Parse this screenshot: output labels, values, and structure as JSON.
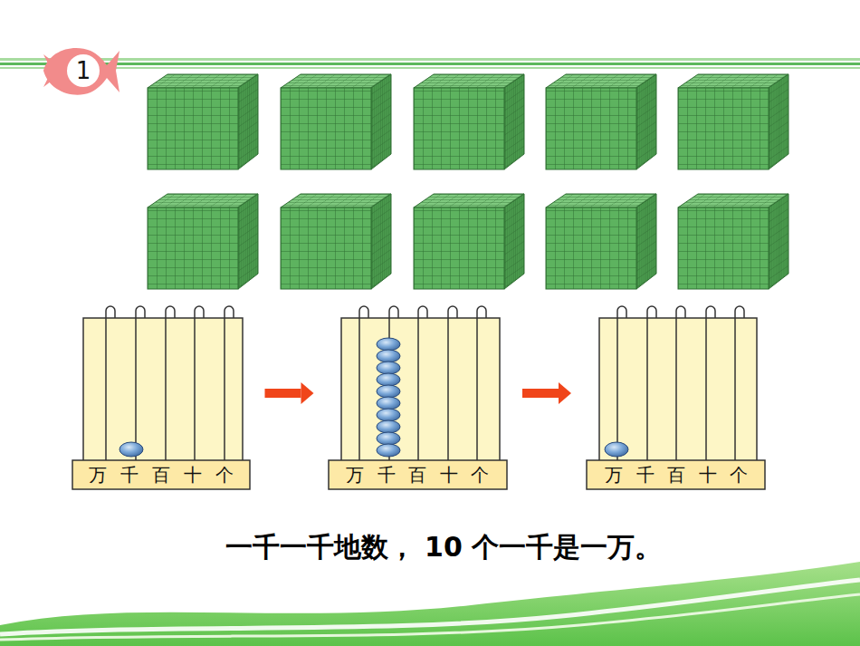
{
  "diagram": {
    "caption": "一千一千地数， 10 个一千是一万。",
    "nodes": [
      {
        "text": [
          "1"
        ]
      },
      {
        "text": [
          "万",
          "千",
          "百",
          "十",
          "个"
        ]
      },
      {
        "text": [
          "万",
          "千",
          "百",
          "十",
          "个"
        ]
      },
      {
        "text": [
          "万",
          "千",
          "百",
          "十",
          "个"
        ]
      }
    ],
    "edges": [
      {
        "from": 1,
        "to": 2,
        "arrow": "to"
      },
      {
        "from": 2,
        "to": 3,
        "arrow": "to"
      }
    ]
  }
}
